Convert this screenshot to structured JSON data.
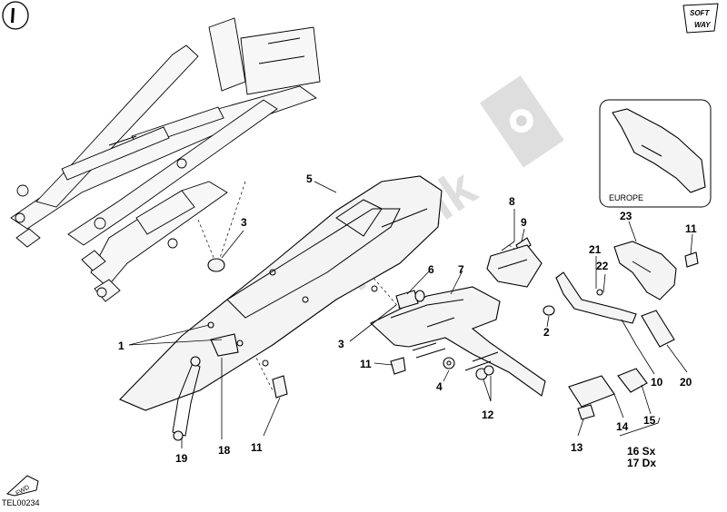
{
  "diagram": {
    "code": "TEL00234",
    "brand": {
      "line1": "SOFT",
      "line2": "WAY"
    },
    "watermark": "PartsRepublik",
    "inset_label": "EUROPE",
    "fwd_label": "FWD",
    "callouts": {
      "p1": "1",
      "p2": "2",
      "p3a": "3",
      "p3b": "3",
      "p4": "4",
      "p5": "5",
      "p6": "6",
      "p7": "7",
      "p8": "8",
      "p9": "9",
      "p10": "10",
      "p11a": "11",
      "p11b": "11",
      "p11c": "11",
      "p12": "12",
      "p13": "13",
      "p14": "14",
      "p15": "15",
      "p16": "16 Sx",
      "p17": "17 Dx",
      "p18": "18",
      "p19": "19",
      "p20": "20",
      "p21": "21",
      "p22": "22",
      "p23": "23"
    }
  }
}
